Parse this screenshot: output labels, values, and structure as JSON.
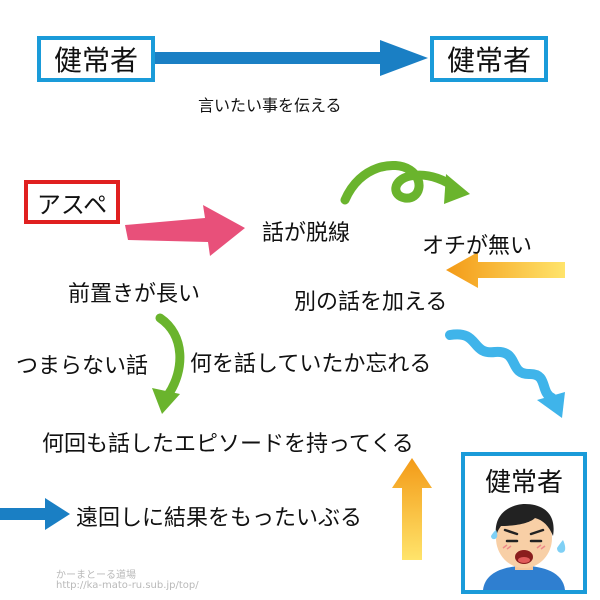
{
  "top_row": {
    "left_box": "健常者",
    "right_box": "健常者",
    "caption": "言いたい事を伝える"
  },
  "aspe_box": "アスペ",
  "phrases": {
    "derail": "話が脱線",
    "no_punchline": "オチが無い",
    "long_preface": "前置きが長い",
    "add_other_topic": "別の話を加える",
    "boring_talk": "つまらない話",
    "forget_topic": "何を話していたか忘れる",
    "repeat_episode": "何回も話したエピソードを持ってくる",
    "delay_conclusion": "遠回しに結果をもったいぶる"
  },
  "bottom_box": {
    "title": "健常者",
    "illustration": "troubled-face"
  },
  "watermark": {
    "site_name": "かーまとーる道場",
    "url": "http://ka-mato-ru.sub.jp/top/"
  },
  "colors": {
    "box_blue": "#1a9bd9",
    "box_red": "#e02020",
    "arrow_blue": "#1a7fc4",
    "arrow_pink": "#e8507a",
    "arrow_green": "#6ab42d",
    "arrow_orange": "#f5a01a",
    "arrow_lightblue": "#3fb4ea"
  }
}
